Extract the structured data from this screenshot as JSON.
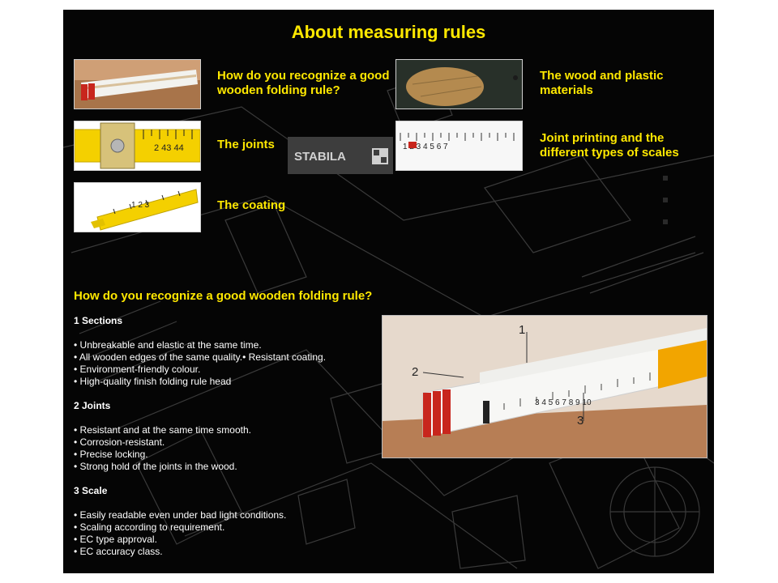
{
  "page": {
    "title": "About measuring rules"
  },
  "topics": [
    {
      "label": "How do you recognize a good wooden folding rule?"
    },
    {
      "label": "The wood and plastic materials"
    },
    {
      "label": "The joints"
    },
    {
      "label": "Joint printing and the different types of scales"
    },
    {
      "label": "The coating"
    }
  ],
  "logo": {
    "text": "STABILA"
  },
  "section": {
    "heading": "How do you recognize a good wooden folding rule?",
    "groups": [
      {
        "heading": "1 Sections",
        "items": [
          "Unbreakable and elastic at the same time.",
          "All wooden edges of the same quality.• Resistant coating.",
          "Environment-friendly colour.",
          "High-quality finish folding rule head"
        ]
      },
      {
        "heading": "2 Joints",
        "items": [
          "Resistant and at the same time smooth.",
          "Corrosion-resistant.",
          "Precise locking.",
          "Strong hold of the joints in the wood."
        ]
      },
      {
        "heading": "3 Scale",
        "items": [
          "Easily readable even under bad light conditions.",
          "Scaling according to requirement.",
          "EC type approval.",
          "EC accuracy class."
        ]
      }
    ]
  },
  "photo": {
    "callouts": [
      "1",
      "2",
      "3"
    ]
  },
  "colors": {
    "background": "#050505",
    "accent": "#ffe800",
    "text": "#ffffff"
  }
}
